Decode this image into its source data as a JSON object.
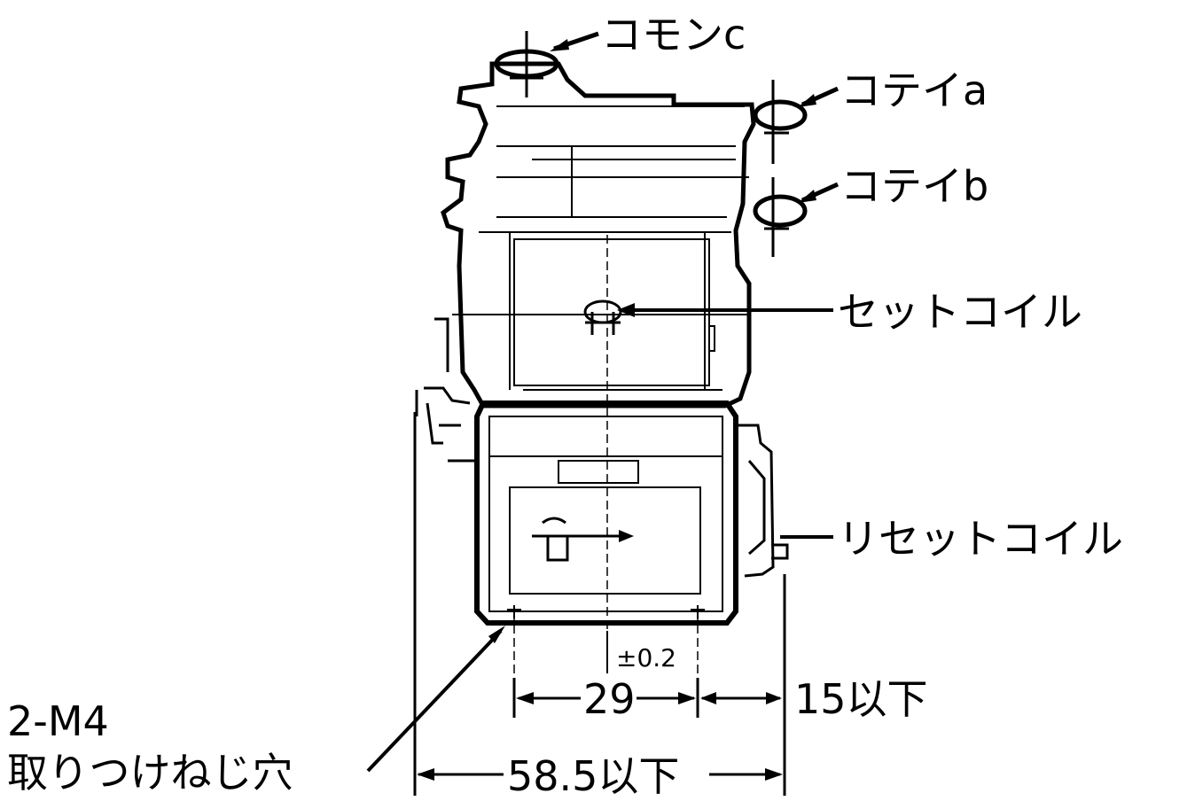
{
  "labels": {
    "common_c": "コモンc",
    "fixed_a": "コテイa",
    "fixed_b": "コテイb",
    "set_coil": "セットコイル",
    "reset_coil": "リセットコイル",
    "mount_hole_line1": "2-M4",
    "mount_hole_line2": "取りつけねじ穴"
  },
  "dimensions": {
    "tolerance": "±0.2",
    "hole_pitch": "29",
    "side_clearance": "15以下",
    "overall_width": "58.5以下"
  }
}
